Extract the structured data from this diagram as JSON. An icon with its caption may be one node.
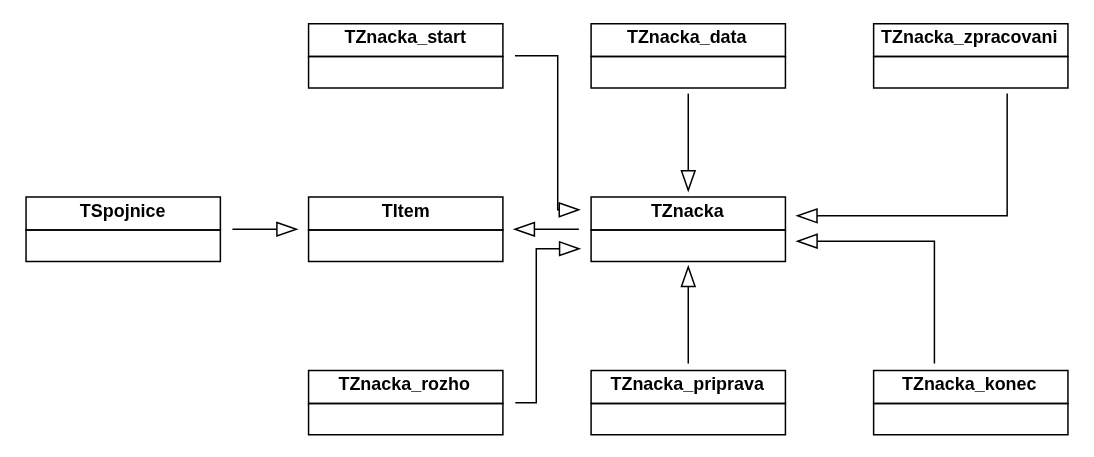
{
  "diagram": {
    "nodes": [
      {
        "text": [
          "TZnacka_start"
        ]
      },
      {
        "text": [
          "TZnacka_data"
        ]
      },
      {
        "text": [
          "TZnacka_zpracovani"
        ]
      },
      {
        "text": [
          "TSpojnice"
        ]
      },
      {
        "text": [
          "TItem"
        ]
      },
      {
        "text": [
          "TZnacka"
        ]
      },
      {
        "text": [
          "TZnacka_rozho"
        ]
      },
      {
        "text": [
          "TZnacka_priprava"
        ]
      },
      {
        "text": [
          "TZnacka_konec"
        ]
      }
    ],
    "edges": [
      {
        "from": 0,
        "to": 5,
        "arrow": "to"
      },
      {
        "from": 1,
        "to": 5,
        "arrow": "to"
      },
      {
        "from": 2,
        "to": 5,
        "arrow": "to"
      },
      {
        "from": 3,
        "to": 4,
        "arrow": "to"
      },
      {
        "from": 5,
        "to": 4,
        "arrow": "to"
      },
      {
        "from": 6,
        "to": 5,
        "arrow": "to"
      },
      {
        "from": 7,
        "to": 5,
        "arrow": "to"
      },
      {
        "from": 8,
        "to": 5,
        "arrow": "to"
      }
    ]
  }
}
